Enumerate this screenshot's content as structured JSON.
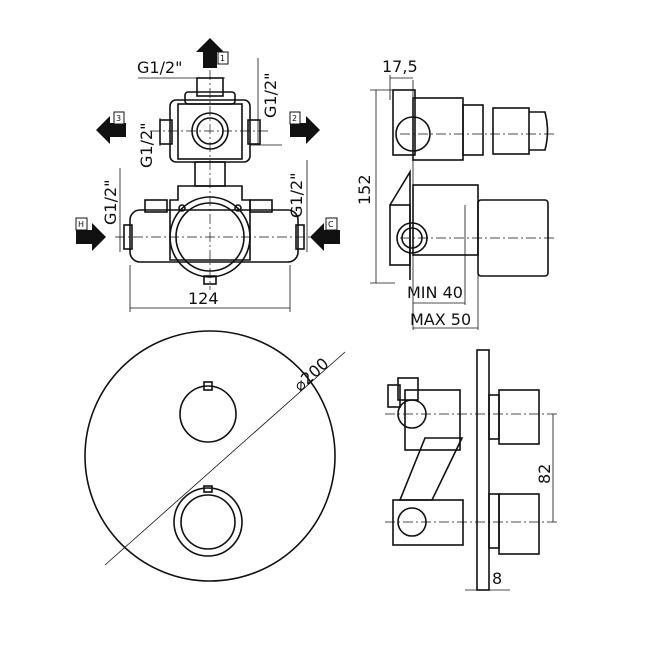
{
  "labels": {
    "thread": "G1/2\"",
    "outlet_1": "1",
    "outlet_2": "2",
    "outlet_3": "3",
    "inlet_hot": "H",
    "inlet_cold": "C",
    "width": "124",
    "depth_offset": "17,5",
    "height": "152",
    "min_depth": "MIN 40",
    "max_depth": "MAX 50",
    "plate_diameter": "⌀200",
    "knob_spacing": "82",
    "plate_thickness": "8"
  }
}
